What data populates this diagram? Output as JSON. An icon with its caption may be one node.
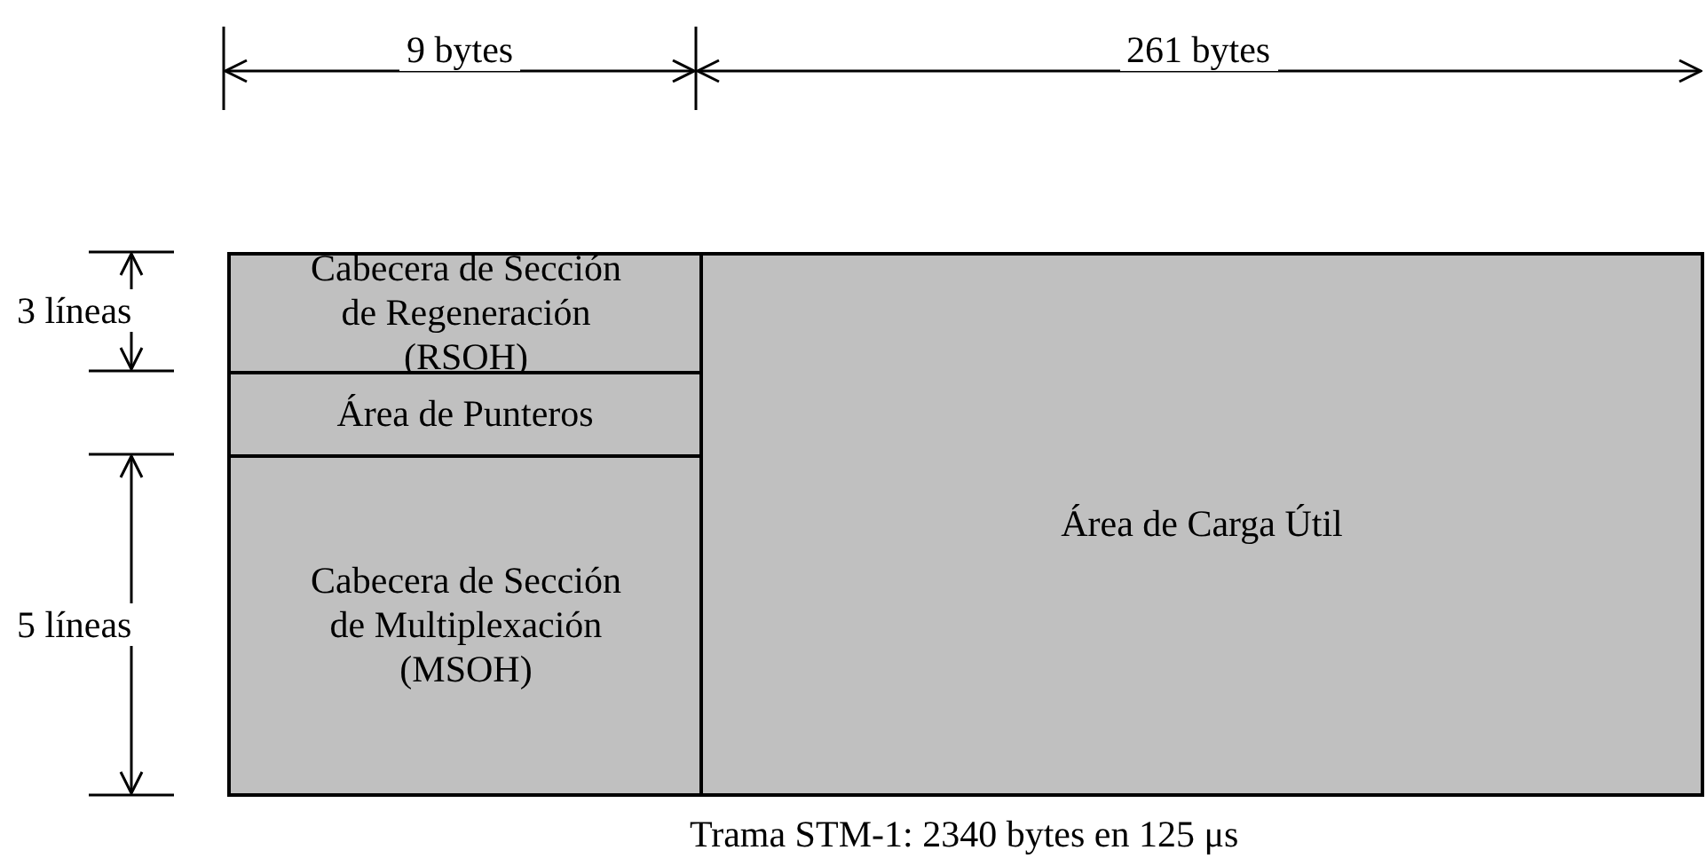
{
  "diagram": {
    "caption": "Trama STM-1: 2340 bytes en 125 μs",
    "nodes": [
      {
        "text": [
          "Cabecera de Sección de Regeneración (RSOH)"
        ]
      },
      {
        "text": [
          "Área de Punteros"
        ]
      },
      {
        "text": [
          "Cabecera de Sección de Multiplexación (MSOH)"
        ]
      },
      {
        "text": [
          "Área de Carga Útil"
        ]
      }
    ],
    "edges": [],
    "labels": [
      "9 bytes",
      "261 bytes",
      "3 líneas",
      "5 líneas"
    ]
  }
}
